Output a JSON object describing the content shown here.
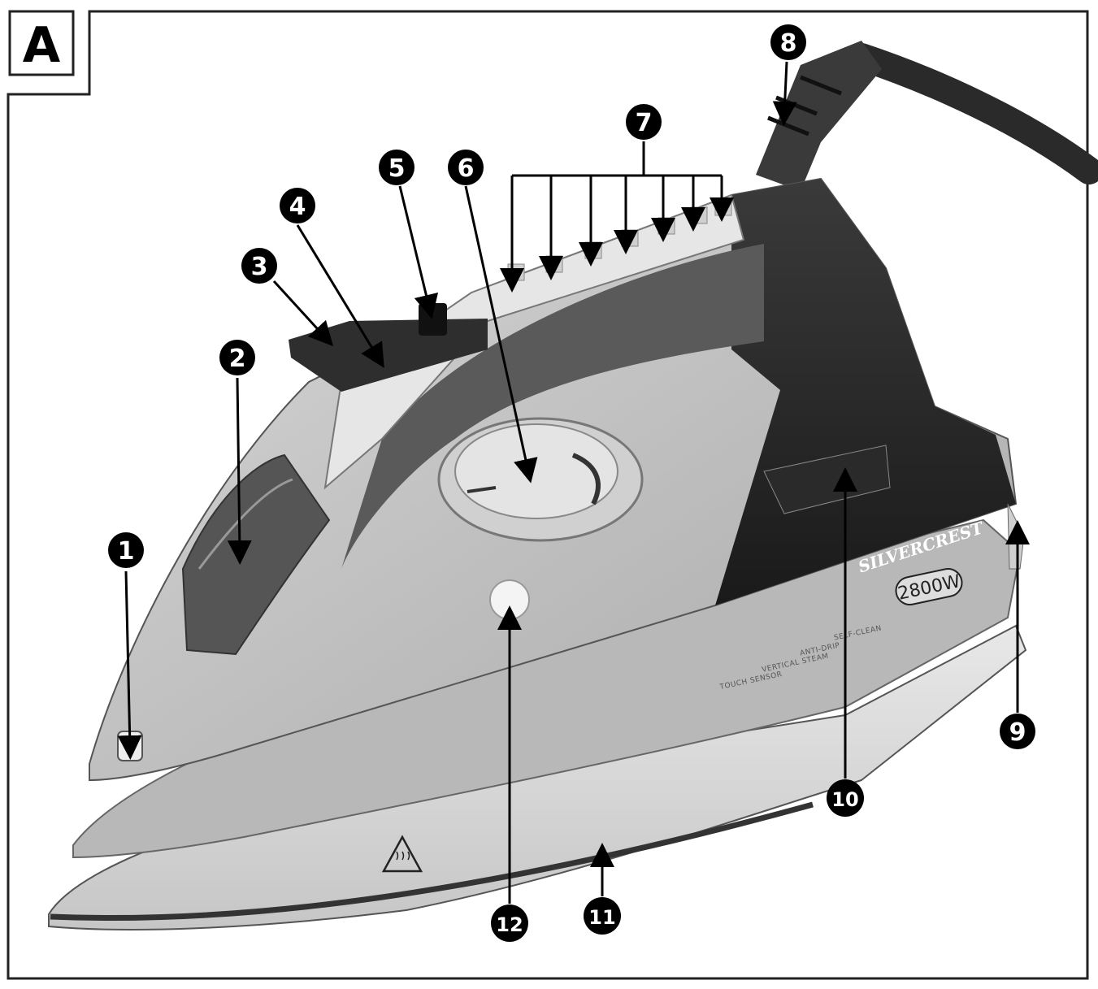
{
  "panel_label": "A",
  "brand_text": "SILVERCREST",
  "wattage_text": "2800W",
  "feature_labels": [
    "TOUCH SENSOR",
    "VERTICAL STEAM",
    "ANTI-DRIP",
    "SELF-CLEAN"
  ],
  "callouts": [
    {
      "id": "1",
      "label": "1"
    },
    {
      "id": "2",
      "label": "2"
    },
    {
      "id": "3",
      "label": "3"
    },
    {
      "id": "4",
      "label": "4"
    },
    {
      "id": "5",
      "label": "5"
    },
    {
      "id": "6",
      "label": "6"
    },
    {
      "id": "7",
      "label": "7"
    },
    {
      "id": "8",
      "label": "8"
    },
    {
      "id": "9",
      "label": "9"
    },
    {
      "id": "10",
      "label": "10"
    },
    {
      "id": "11",
      "label": "11"
    },
    {
      "id": "12",
      "label": "12"
    }
  ]
}
